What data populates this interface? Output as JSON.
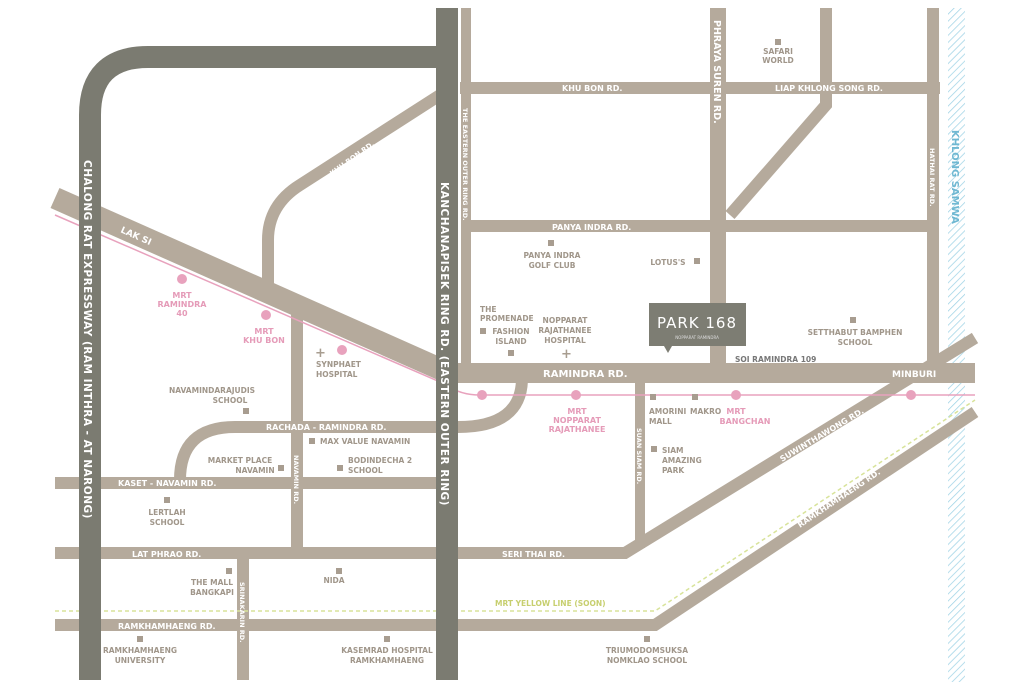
{
  "colors": {
    "road": "#b5aa9c",
    "expressway": "#7b7b71",
    "mrt_pink": "#e8a2bd",
    "yellow_line": "#d8e39a",
    "khlong": "#9fd3e6",
    "project": "#7d7d73"
  },
  "project": {
    "name": "PARK 168",
    "subtitle": "NOPPARAT RAMINDRA"
  },
  "roads": {
    "chalong": "CHALONG RAT EXPRESSWAY (RAM INTHRA - AT NARONG)",
    "kanchanapisek": "KANCHANAPISEK RING RD. (EASTERN OUTER RING)",
    "khu_bon_top": "KHU BON RD.",
    "liap": "LIAP KHLONG SONG RD.",
    "phraya_suren": "PHRAYA SUREN RD.",
    "eastern_outer": "THE EASTERN OUTER RING RD.",
    "hathai_rat": "HATHAI RAT RD.",
    "panya_indra": "PANYA INDRA RD.",
    "khu_bon_diag": "KHU BON RD.",
    "lak_si": "LAK SI",
    "ramindra": "RAMINDRA RD.",
    "soi_ramindra": "SOI RAMINDRA 109",
    "minburi": "MINBURI",
    "rachada": "RACHADA - RAMINDRA RD.",
    "kaset": "KASET - NAVAMIN RD.",
    "navamin": "NAVAMIN RD.",
    "suan_siam": "SUAN SIAM RD.",
    "lat_phrao": "LAT PHRAO RD.",
    "seri_thai": "SERI THAI RD.",
    "suwinthawong": "SUWINTHAWONG RD.",
    "ramkhamhaeng": "RAMKHAMHAENG RD.",
    "ramkhamhaeng_diag": "RAMKHAMHAENG RD.",
    "srinakarin": "SRINAKARIN RD.",
    "khlong": "KHLONG SAMWA",
    "yellow_line": "MRT YELLOW LINE (SOON)"
  },
  "mrt_stations": {
    "ramindra40": [
      "MRT",
      "RAMINDRA",
      "40"
    ],
    "khubon": [
      "MRT",
      "KHU BON"
    ],
    "nopparat": [
      "MRT",
      "NOPPARAT",
      "RAJATHANEE"
    ],
    "bangchan": [
      "MRT",
      "BANGCHAN"
    ]
  },
  "places": {
    "safari": [
      "SAFARI",
      "WORLD"
    ],
    "golf": [
      "PANYA INDRA",
      "GOLF CLUB"
    ],
    "lotus": "LOTUS'S",
    "promenade": [
      "THE",
      "PROMENADE"
    ],
    "fashion": [
      "FASHION",
      "ISLAND"
    ],
    "nopparat_hosp": [
      "NOPPARAT",
      "RAJATHANEE",
      "HOSPITAL"
    ],
    "setthabut": [
      "SETTHABUT BAMPHEN",
      "SCHOOL"
    ],
    "synphaet": [
      "SYNPHAET",
      "HOSPITAL"
    ],
    "navamindara": [
      "NAVAMINDARAJUDIS",
      "SCHOOL"
    ],
    "maxvalue": "MAX VALUE NAVAMIN",
    "marketplace": [
      "MARKET PLACE",
      "NAVAMIN"
    ],
    "bodindecha": [
      "BODINDECHA 2",
      "SCHOOL"
    ],
    "lertlah": [
      "LERTLAH",
      "SCHOOL"
    ],
    "amorini": [
      "AMORINI",
      "MALL"
    ],
    "makro": "MAKRO",
    "siam_park": [
      "SIAM",
      "AMAZING",
      "PARK"
    ],
    "themall": [
      "THE MALL",
      "BANGKAPI"
    ],
    "nida": "NIDA",
    "ramu": [
      "RAMKHAMHAENG",
      "UNIVERSITY"
    ],
    "kasemrad": [
      "KASEMRAD HOSPITAL",
      "RAMKHAMHAENG"
    ],
    "triu": [
      "TRIUMODOMSUKSA",
      "NOMKLAO SCHOOL"
    ]
  }
}
